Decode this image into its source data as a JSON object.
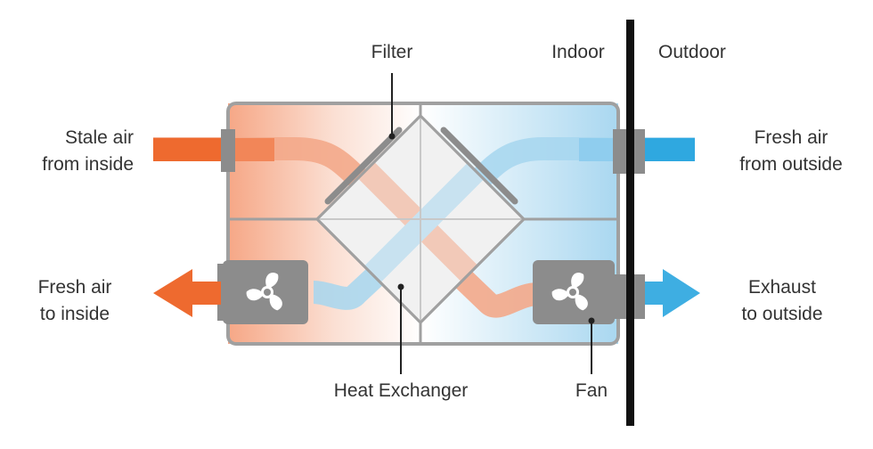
{
  "labels": {
    "filter": "Filter",
    "indoor": "Indoor",
    "outdoor": "Outdoor",
    "stale_air_from_inside": [
      "Stale air",
      "from inside"
    ],
    "fresh_air_to_inside": [
      "Fresh air",
      "to inside"
    ],
    "fresh_air_from_outside": [
      "Fresh air",
      "from outside"
    ],
    "exhaust_to_outside": [
      "Exhaust",
      "to outside"
    ],
    "heat_exchanger": "Heat Exchanger",
    "fan": "Fan"
  },
  "colors": {
    "warm": "#ee6a2f",
    "warm_light": "#f4b095",
    "cool": "#3eaee2",
    "cool_light": "#9fd6f1",
    "housing_stroke": "#9a9a9a",
    "component_gray": "#8c8c8c",
    "wall": "#111111",
    "text": "#333333"
  },
  "icons": [
    "fan-icon",
    "arrow-left-icon",
    "arrow-right-icon"
  ]
}
